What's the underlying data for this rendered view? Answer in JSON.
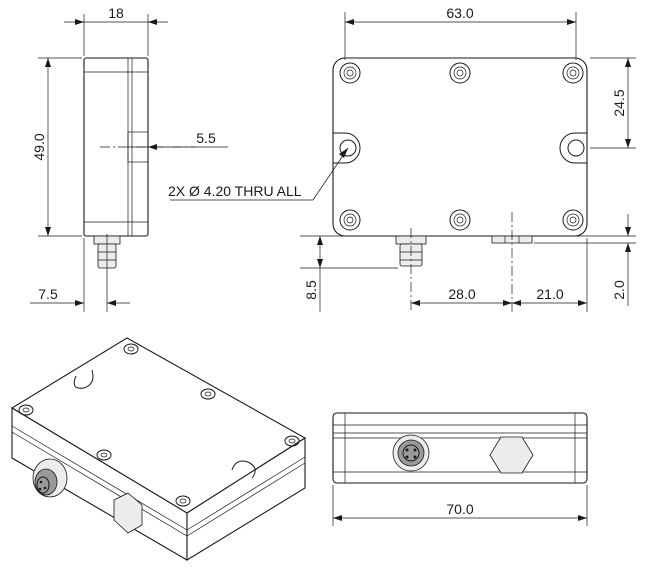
{
  "dimensions": {
    "side_width": "18",
    "side_height": "49.0",
    "groove": "5.5",
    "connector_offset": "7.5",
    "top_width": "63.0",
    "top_hole_spacing_v": "24.5",
    "hole_note": "2X Ø 4.20 THRU ALL",
    "conn_height": "8.5",
    "conn_to_feature": "28.0",
    "feature_to_edge": "21.0",
    "feature_height": "2.0",
    "front_length": "70.0"
  }
}
